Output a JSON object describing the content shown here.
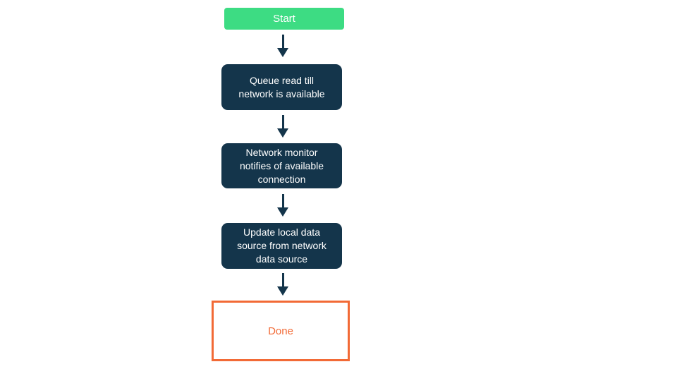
{
  "colors": {
    "canvas_bg": "#ffffff",
    "start_fill": "#3ddc83",
    "process_fill": "#14354b",
    "arrow": "#14354b",
    "node_text": "#ffffff",
    "done_border": "#f26a36",
    "done_text": "#f26a36"
  },
  "flowchart": {
    "nodes": [
      {
        "id": "start",
        "type": "start",
        "label": "Start"
      },
      {
        "id": "queue-read",
        "type": "process",
        "label": "Queue read till\nnetwork is available"
      },
      {
        "id": "network-monitor",
        "type": "process",
        "label": "Network monitor\nnotifies of available\nconnection"
      },
      {
        "id": "update-local-data",
        "type": "process",
        "label": "Update local data\nsource from network\ndata source"
      },
      {
        "id": "done",
        "type": "end",
        "label": "Done"
      }
    ]
  }
}
